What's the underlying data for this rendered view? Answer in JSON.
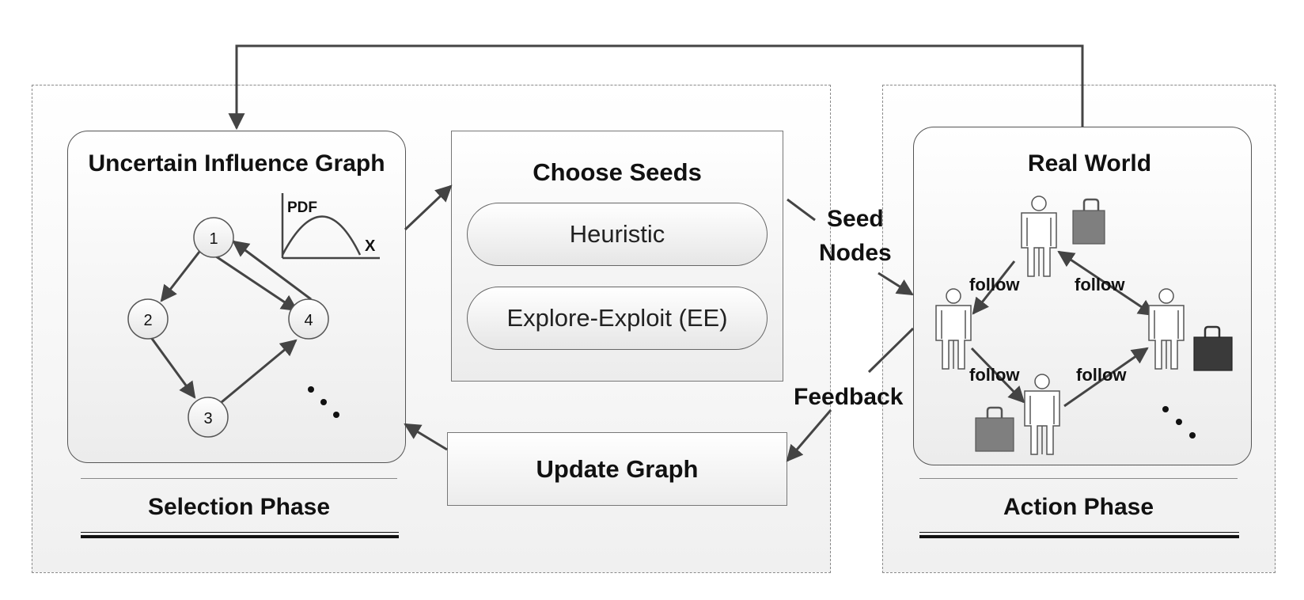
{
  "selection_phase": {
    "label": "Selection Phase",
    "graph": {
      "title": "Uncertain Influence Graph",
      "pdf_label": "PDF",
      "x_label": "X",
      "nodes": [
        "1",
        "2",
        "3",
        "4"
      ],
      "ellipsis": "…"
    },
    "choose_seeds": {
      "title": "Choose Seeds",
      "options": [
        "Heuristic",
        "Explore-Exploit (EE)"
      ]
    },
    "update_graph": {
      "title": "Update Graph"
    }
  },
  "action_phase": {
    "label": "Action Phase",
    "real_world": {
      "title": "Real World",
      "edge_labels": [
        "follow",
        "follow",
        "follow",
        "follow"
      ],
      "ellipsis": "…"
    }
  },
  "flows": {
    "seed_nodes_line1": "Seed",
    "seed_nodes_line2": "Nodes",
    "feedback": "Feedback"
  },
  "colors": {
    "stroke": "#444444",
    "bag_light": "#7f7f7f",
    "bag_dark": "#3a3a3a"
  }
}
